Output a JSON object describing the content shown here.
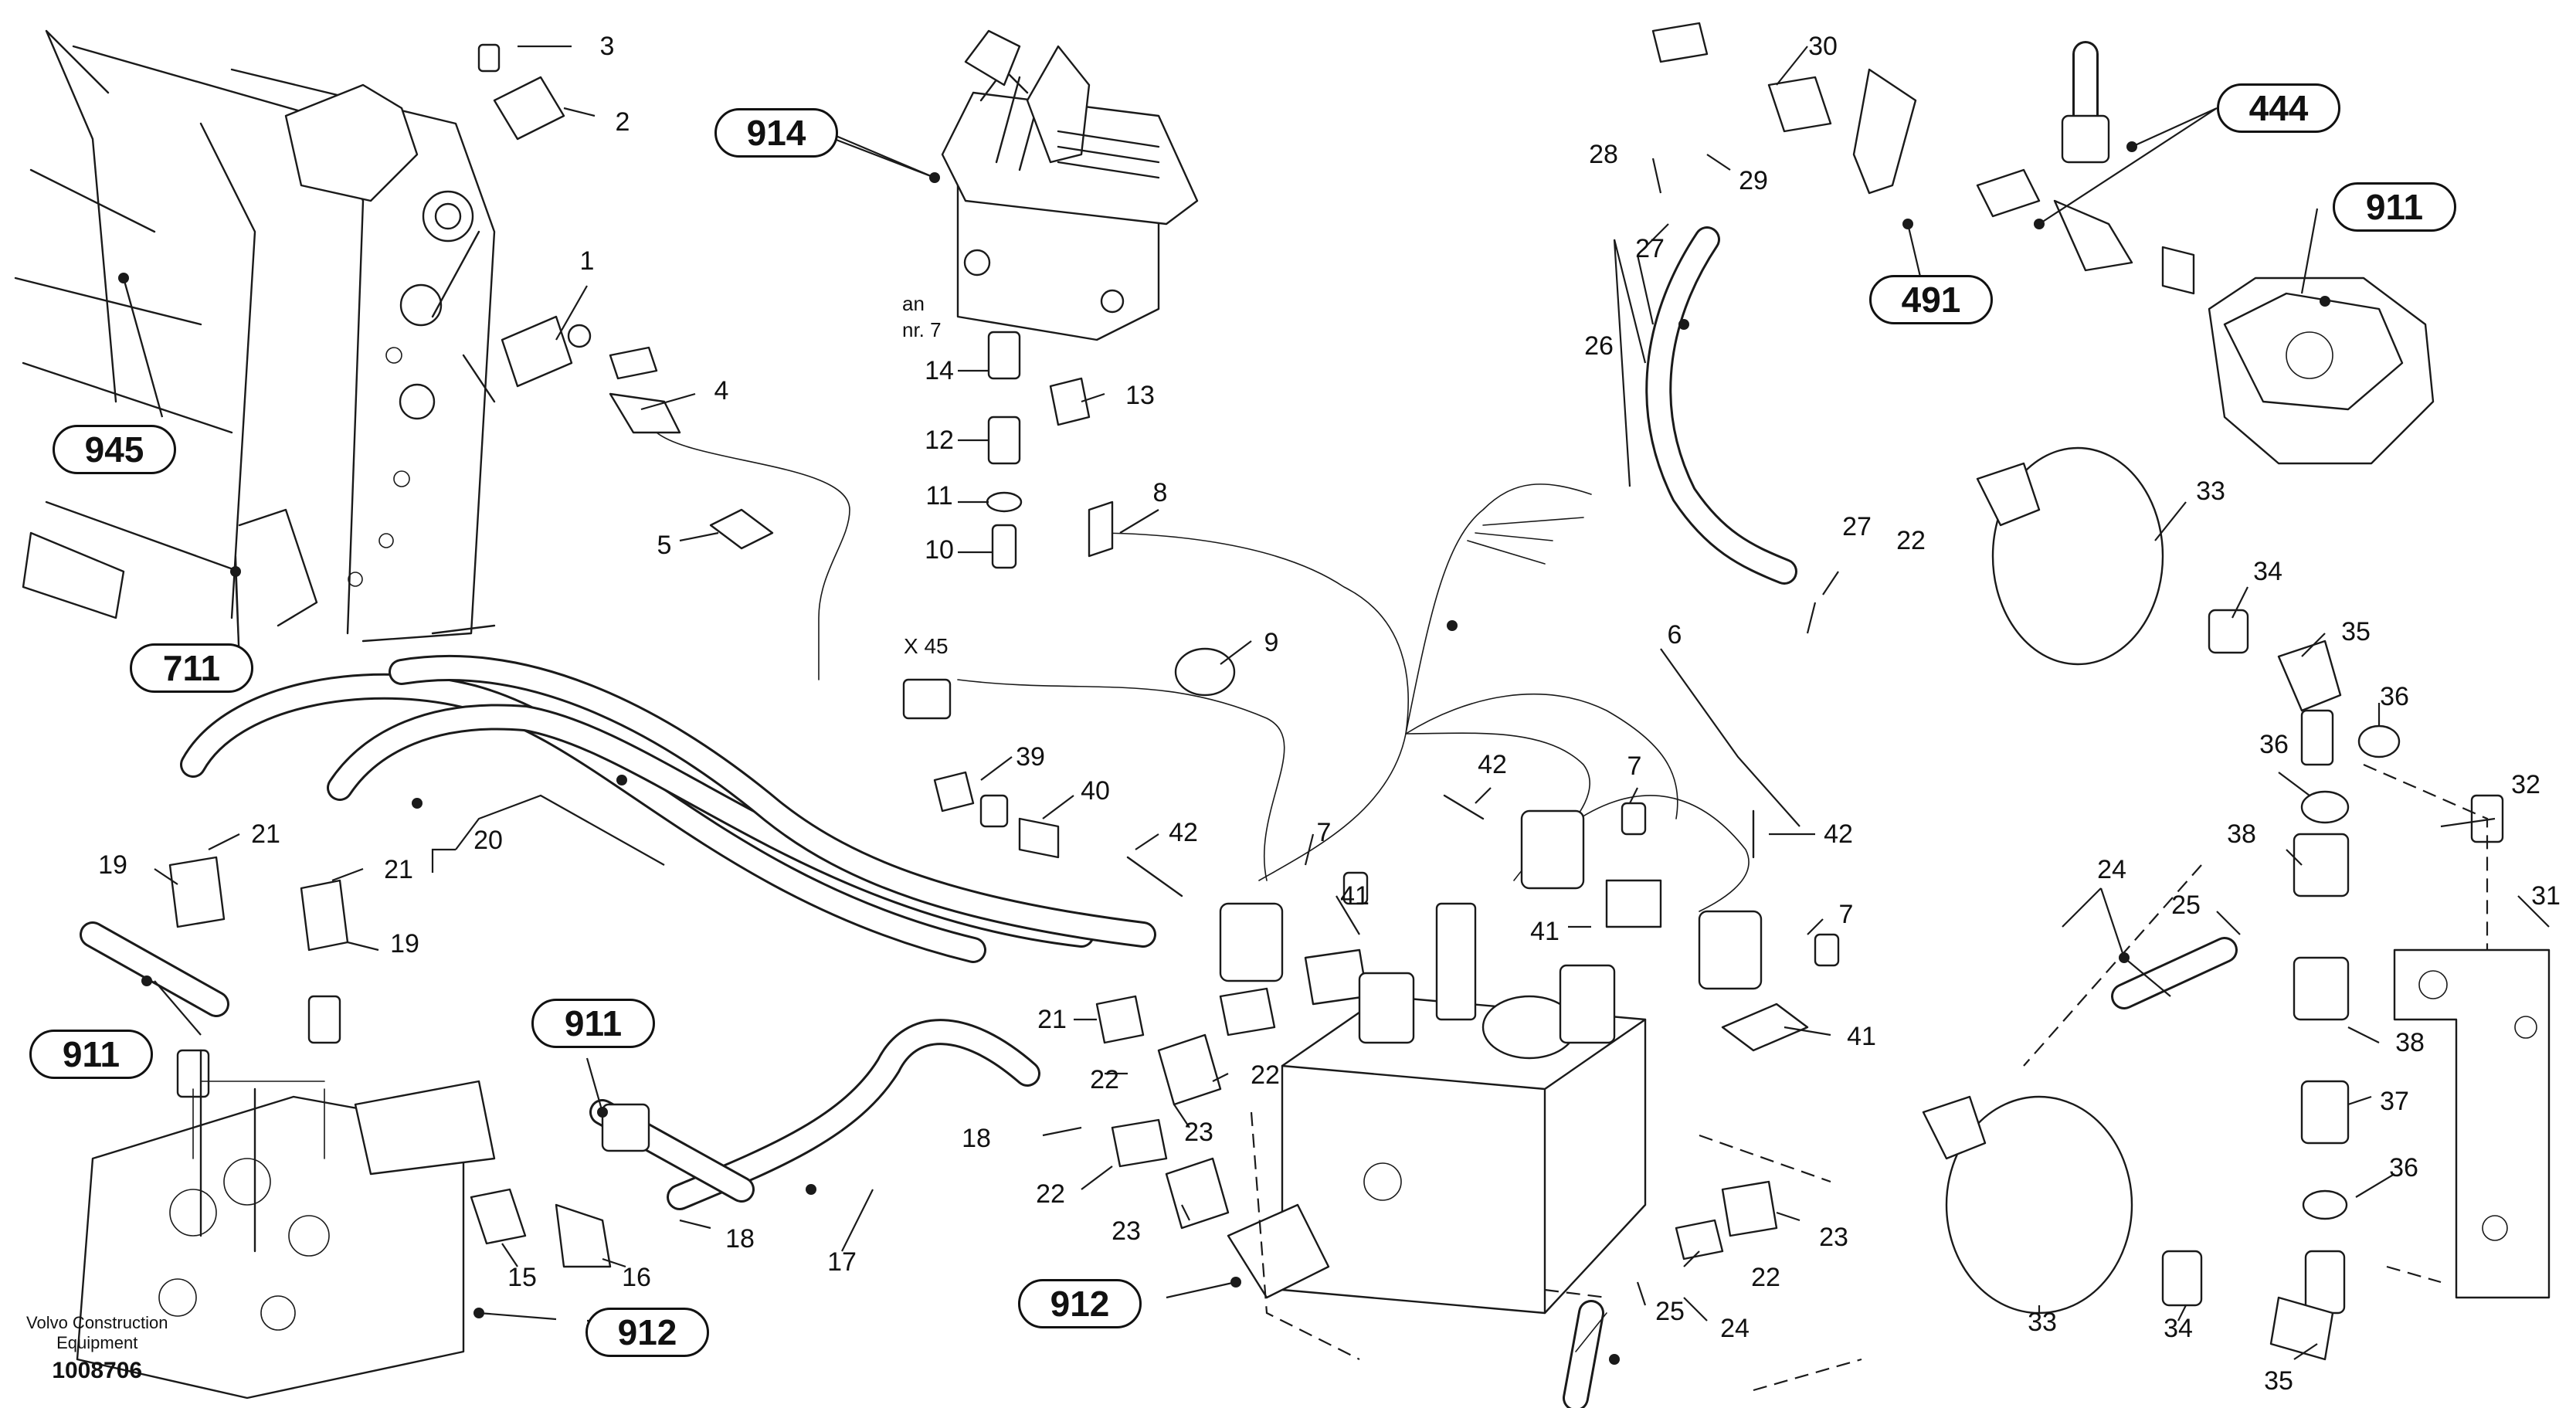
{
  "ref_labels": [
    "914",
    "444",
    "911",
    "491",
    "945",
    "711",
    "911",
    "911",
    "912",
    "912"
  ],
  "part_numbers": [
    "3",
    "2",
    "1",
    "4",
    "5",
    "14",
    "13",
    "12",
    "11",
    "10",
    "8",
    "9",
    "30",
    "29",
    "28",
    "27",
    "26",
    "27",
    "22",
    "6",
    "33",
    "34",
    "35",
    "36",
    "36",
    "32",
    "38",
    "31",
    "38",
    "37",
    "36",
    "33",
    "34",
    "35",
    "24",
    "25",
    "21",
    "19",
    "21",
    "19",
    "20",
    "39",
    "40",
    "42",
    "7",
    "41",
    "42",
    "7",
    "41",
    "42",
    "7",
    "41",
    "21",
    "22",
    "22",
    "23",
    "18",
    "22",
    "23",
    "23",
    "22",
    "25",
    "24",
    "15",
    "16",
    "18",
    "17"
  ],
  "annotations": {
    "an_nr7_line1": "an",
    "an_nr7_line2": "nr. 7",
    "connector_x45": "X  45"
  },
  "caption": {
    "company_line1": "Volvo Construction",
    "company_line2": "Equipment",
    "drawing_number": "1008706"
  }
}
